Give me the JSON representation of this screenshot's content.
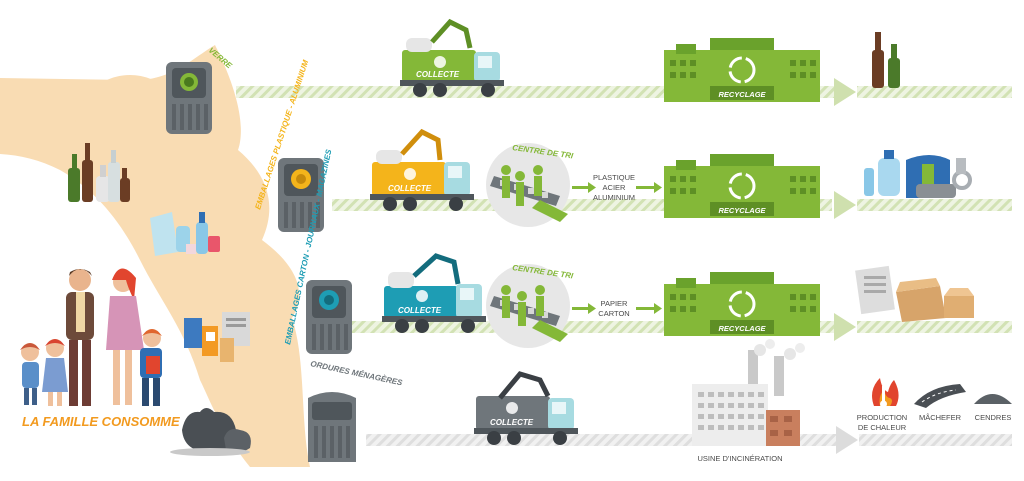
{
  "colors": {
    "peach": "#f9dcb3",
    "orange": "#f29a1f",
    "green": "#84b838",
    "green_dark": "#5e8f25",
    "stripe": "#d7e4bd",
    "teal": "#1e9db4",
    "yellow": "#f4b41b",
    "grey": "#6f767b",
    "brick": "#c97f5e"
  },
  "family_label": "LA FAMILLE CONSOMME",
  "bins": [
    {
      "label": "VERRE",
      "accent": "#84b838",
      "icon": "glass-bin-icon"
    },
    {
      "label": "EMBALLAGES PLASTIQUE - ALUMINIUM",
      "accent": "#f4b41b",
      "icon": "plastic-bin-icon"
    },
    {
      "label": "EMBALLAGES CARTON - JOURNAUX - MAGAZINES",
      "accent": "#1e9db4",
      "icon": "paper-bin-icon"
    },
    {
      "label": "ORDURES MÉNAGÈRES",
      "accent": "#6f767b",
      "icon": "waste-bin-icon"
    }
  ],
  "trucks": [
    {
      "label": "COLLECTE",
      "color": "#84b838"
    },
    {
      "label": "COLLECTE",
      "color": "#f4b41b"
    },
    {
      "label": "COLLECTE",
      "color": "#1e9db4"
    },
    {
      "label": "COLLECTE",
      "color": "#6f767b"
    }
  ],
  "sorting_centers": [
    {
      "label": "CENTRE DE TRI"
    },
    {
      "label": "CENTRE DE TRI"
    }
  ],
  "sorted_materials": [
    [
      "PLASTIQUE",
      "ACIER",
      "ALUMINIUM"
    ],
    [
      "PAPIER",
      "CARTON"
    ]
  ],
  "factories": [
    {
      "label": "RECYCLAGE"
    },
    {
      "label": "RECYCLAGE"
    },
    {
      "label": "RECYCLAGE"
    }
  ],
  "incinerator_label": "USINE D'INCINÉRATION",
  "outputs": {
    "glass": "glass-bottles-icon",
    "plastic": "plastic-products-icon",
    "paper": "paper-products-icon",
    "incineration": [
      {
        "label_lines": [
          "PRODUCTION",
          "DE CHALEUR"
        ],
        "icon": "fire-icon"
      },
      {
        "label_lines": [
          "MÂCHEFER"
        ],
        "icon": "road-icon"
      },
      {
        "label_lines": [
          "CENDRES"
        ],
        "icon": "ash-pile-icon"
      }
    ]
  }
}
